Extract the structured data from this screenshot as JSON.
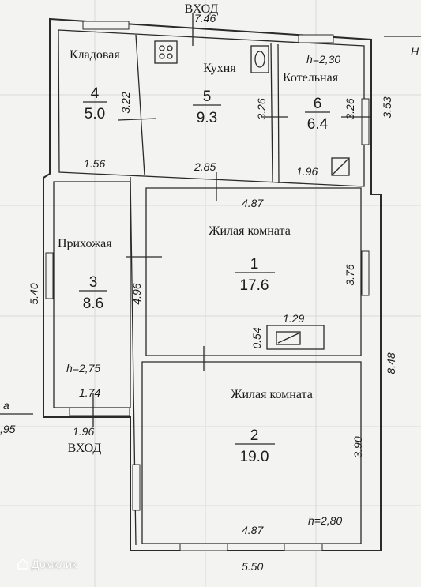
{
  "rooms": {
    "storage": {
      "name": "Кладовая",
      "number": "4",
      "area": "5.0"
    },
    "kitchen": {
      "name": "Кухня",
      "number": "5",
      "area": "9.3"
    },
    "boiler": {
      "name": "Котельная",
      "number": "6",
      "area": "6.4",
      "height": "h=2,30"
    },
    "hallway": {
      "name": "Прихожая",
      "number": "3",
      "area": "8.6",
      "height": "h=2,75"
    },
    "living1": {
      "name": "Жилая комната",
      "number": "1",
      "area": "17.6"
    },
    "living2": {
      "name": "Жилая комната",
      "number": "2",
      "area": "19.0",
      "height": "h=2,80"
    }
  },
  "entrances": {
    "top": "ВХОД",
    "bottom": "ВХОД"
  },
  "dimensions": {
    "top_width": "7.46",
    "storage_height": "3.22",
    "storage_width": "1.56",
    "kitchen_height": "3.26",
    "kitchen_width": "2.85",
    "boiler_inner_height": "3.26",
    "boiler_outer_height": "3.53",
    "boiler_width": "1.96",
    "living1_width": "4.87",
    "living1_height": "3.76",
    "stove_width": "1.29",
    "stove_depth": "0.54",
    "hallway_inner_height": "4.96",
    "hallway_outer_height": "5.40",
    "hallway_width": "1.74",
    "hallway_outer_width": "1.96",
    "right_total_height": "8.48",
    "living2_height": "3.90",
    "living2_width": "4.87",
    "bottom_width": "5.50",
    "left_partial": ",95",
    "left_partial_letter": "а",
    "top_right_partial": "Н"
  },
  "watermark": "Домклик"
}
